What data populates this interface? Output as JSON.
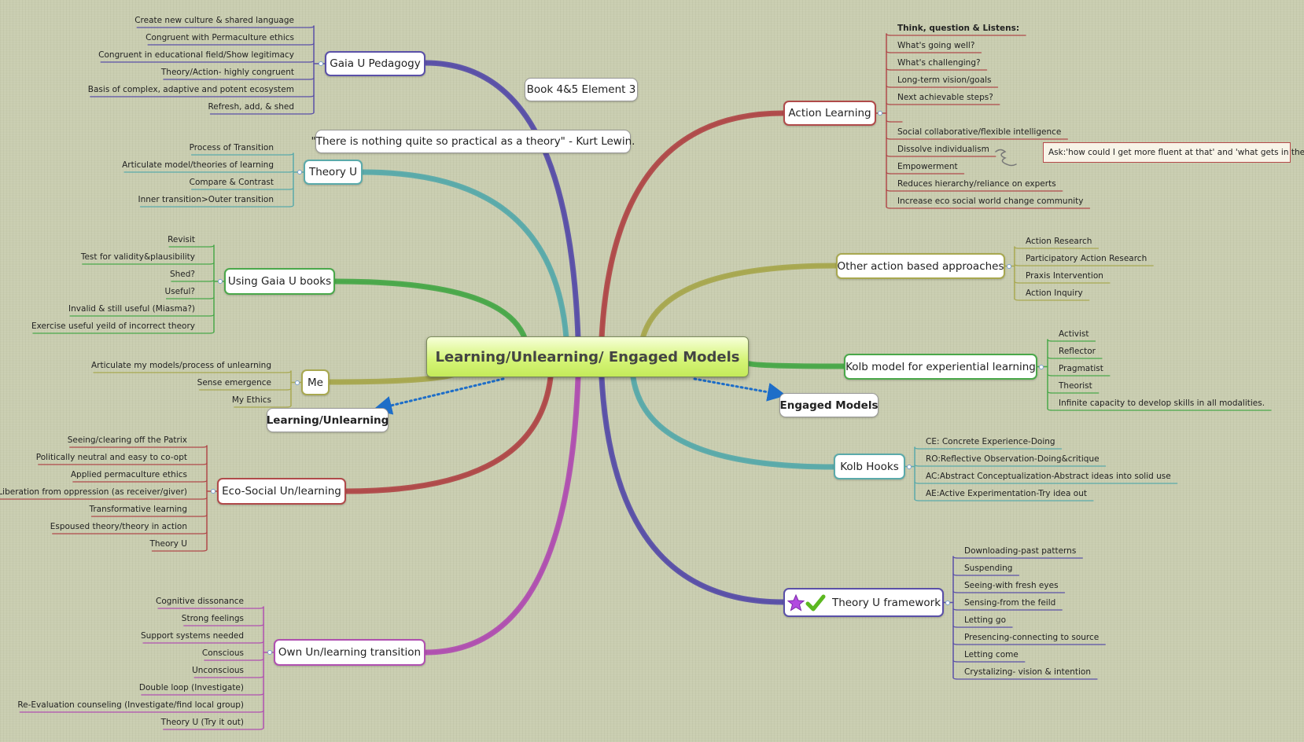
{
  "colors": {
    "background": "#c9cdb0",
    "purple": "#5a50a8",
    "teal": "#5aaaaa",
    "green": "#4aa84a",
    "olive": "#a8a850",
    "red": "#b04a4a",
    "magenta": "#b050b0",
    "connector": "#1e6ec8"
  },
  "central": {
    "label": "Learning/Unlearning/  Engaged Models"
  },
  "floating": [
    {
      "id": "book",
      "label": "Book 4&5 Element 3"
    },
    {
      "id": "quote",
      "label": "\"There is nothing quite so practical as a theory\" - Kurt Lewin."
    },
    {
      "id": "lu",
      "label": "Learning/Unlearning"
    },
    {
      "id": "em",
      "label": "Engaged Models"
    }
  ],
  "branches": [
    {
      "id": "gaia-pedagogy",
      "label": "Gaia U Pedagogy",
      "color": "purple",
      "children": [
        "Create new culture & shared language",
        "Congruent with Permaculture ethics",
        "Congruent in educational field/Show legitimacy",
        "Theory/Action- highly congruent",
        "Basis of complex, adaptive and potent ecosystem",
        "Refresh, add, & shed"
      ]
    },
    {
      "id": "theory-u",
      "label": "Theory U",
      "color": "teal",
      "children": [
        "Process of Transition",
        "Articulate model/theories of learning",
        "Compare & Contrast",
        "Inner transition>Outer transition"
      ]
    },
    {
      "id": "using-gaia",
      "label": "Using Gaia U books",
      "color": "green",
      "children": [
        "Revisit",
        "Test for validity&plausibility",
        "Shed?",
        "Useful?",
        "Invalid & still useful (Miasma?)",
        "Exercise useful yeild of incorrect theory"
      ]
    },
    {
      "id": "me",
      "label": "Me",
      "color": "olive",
      "children": [
        "Articulate my models/process of unlearning",
        "Sense emergence",
        "My Ethics"
      ]
    },
    {
      "id": "eco-social",
      "label": "Eco-Social Un/learning",
      "color": "red",
      "children": [
        "Seeing/clearing off the Patrix",
        "Politically neutral and easy to co-opt",
        "Applied permaculture ethics",
        "Liberation from oppression (as receiver/giver)",
        "Transformative learning",
        "Espoused theory/theory in action",
        "Theory U"
      ]
    },
    {
      "id": "own-transition",
      "label": "Own Un/learning transition",
      "color": "magenta",
      "children": [
        "Cognitive dissonance",
        "Strong feelings",
        "Support systems needed",
        "Conscious",
        "Unconscious",
        "Double loop (Investigate)",
        "Re-Evaluation counseling (Investigate/find local group)",
        "Theory U (Try it out)"
      ]
    },
    {
      "id": "action-learning",
      "label": "Action Learning",
      "color": "red",
      "header": "Think, question & Listens:",
      "children": [
        "What's going well?",
        "What's challenging?",
        "Long-term vision/goals",
        "Next achievable steps?",
        "",
        "Social collaborative/flexible intelligence",
        "Dissolve individualism",
        "Empowerment",
        "Reduces hierarchy/reliance on experts",
        "Increase eco social world change community"
      ],
      "note": "Ask:'how could I get more fluent at that'  and 'what gets in the way'?"
    },
    {
      "id": "other-approaches",
      "label": "Other action based approaches",
      "color": "olive",
      "children": [
        "Action Research",
        "Participatory Action Research",
        "Praxis Intervention",
        "Action Inquiry"
      ]
    },
    {
      "id": "kolb-model",
      "label": "Kolb model for experiential learning",
      "color": "green",
      "children": [
        "Activist",
        "Reflector",
        "Pragmatist",
        "Theorist",
        "Infinite capacity to develop skills in all modalities."
      ]
    },
    {
      "id": "kolb-hooks",
      "label": "Kolb Hooks",
      "color": "teal",
      "children": [
        "CE: Concrete Experience-Doing",
        "RO:Reflective Observation-Doing&critique",
        "AC:Abstract Conceptualization-Abstract ideas into solid use",
        "AE:Active Experimentation-Try idea out"
      ]
    },
    {
      "id": "theory-u-framework",
      "label": "Theory U framework",
      "color": "purple",
      "icons": [
        "star-icon",
        "checkmark-icon"
      ],
      "children": [
        "Downloading-past patterns",
        "Suspending",
        "Seeing-with fresh eyes",
        "Sensing-from the feild",
        "Letting go",
        "Presencing-connecting to source",
        "Letting come",
        "Crystalizing- vision & intention"
      ]
    }
  ]
}
